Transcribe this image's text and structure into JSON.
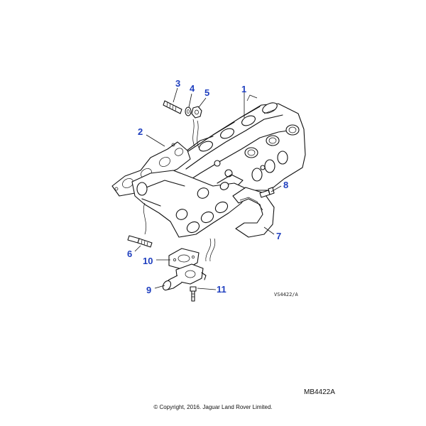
{
  "callouts": {
    "c1": "1",
    "c2": "2",
    "c3": "3",
    "c4": "4",
    "c5": "5",
    "c6": "6",
    "c7": "7",
    "c8": "8",
    "c9": "9",
    "c10": "10",
    "c11": "11"
  },
  "figure_ref": "VS4422/A",
  "diagram_ref": "MB4422A",
  "copyright": "© Copyright, 2016. Jaguar Land Rover Limited.",
  "colors": {
    "callout": "#1f3fbf",
    "line": "#111111"
  }
}
